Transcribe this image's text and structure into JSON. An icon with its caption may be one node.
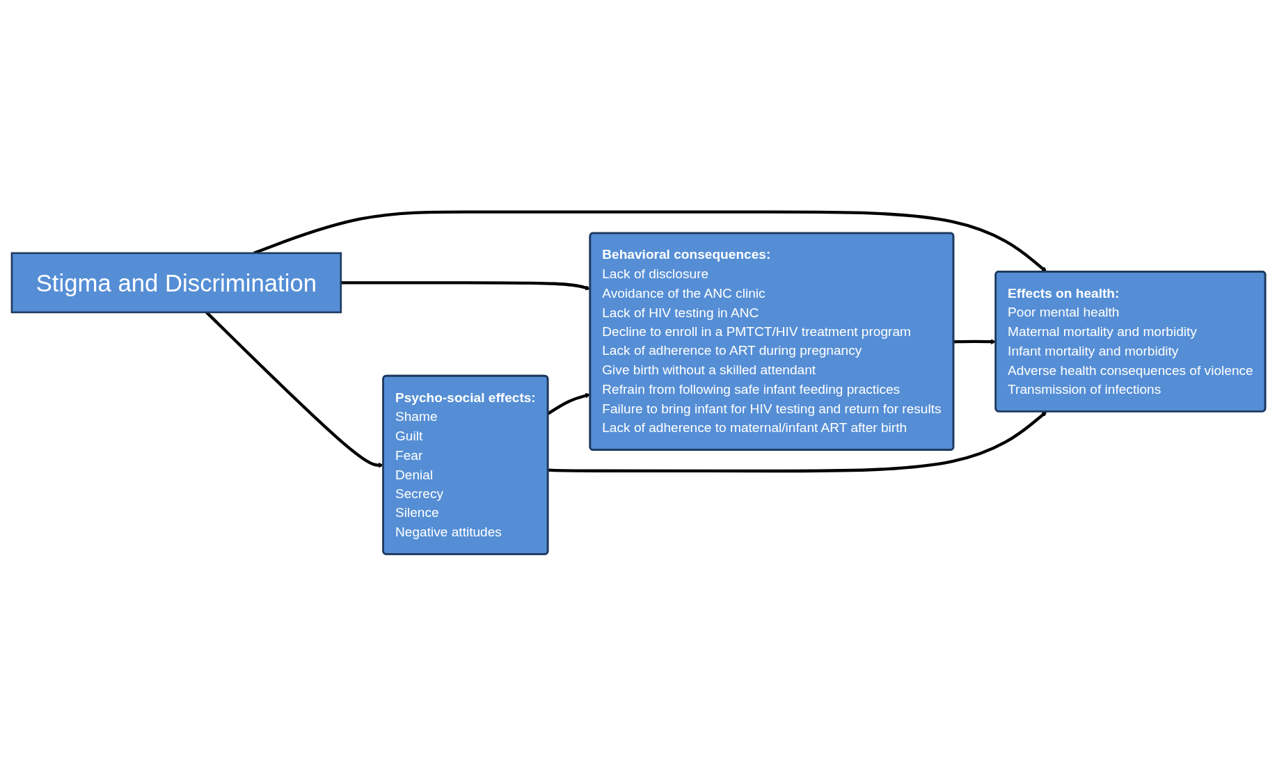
{
  "diagram": {
    "nodes": [
      {
        "text": [
          "Stigma and Discrimination"
        ]
      },
      {
        "text": [
          "Psycho-social effects:",
          "Shame",
          "Guilt",
          "Fear",
          "Denial",
          "Secrecy",
          "Silence",
          "Negative attitudes"
        ]
      },
      {
        "text": [
          "Behavioral consequences:",
          "Lack of disclosure",
          "Avoidance of the ANC clinic",
          "Lack of HIV testing in ANC",
          "Decline to enroll in a PMTCT/HIV treatment program",
          "Lack of adherence to ART during pregnancy",
          "Give birth without a skilled attendant",
          "Refrain from following safe infant feeding practices",
          "Failure to bring infant for HIV testing and return for results",
          "Lack of adherence to maternal/infant ART after birth"
        ]
      },
      {
        "text": [
          "Effects on health:",
          "Poor mental health",
          "Maternal mortality and morbidity",
          "Infant mortality and morbidity",
          "Adverse health consequences of violence",
          "Transmission of infections"
        ]
      }
    ],
    "edges": [
      {
        "from": 0,
        "to": 1,
        "arrow": "to"
      },
      {
        "from": 0,
        "to": 2,
        "arrow": "to"
      },
      {
        "from": 0,
        "to": 3,
        "arrow": "to"
      },
      {
        "from": 1,
        "to": 2,
        "arrow": "to"
      },
      {
        "from": 2,
        "to": 3,
        "arrow": "to"
      },
      {
        "from": 1,
        "to": 3,
        "arrow": "to"
      }
    ]
  }
}
